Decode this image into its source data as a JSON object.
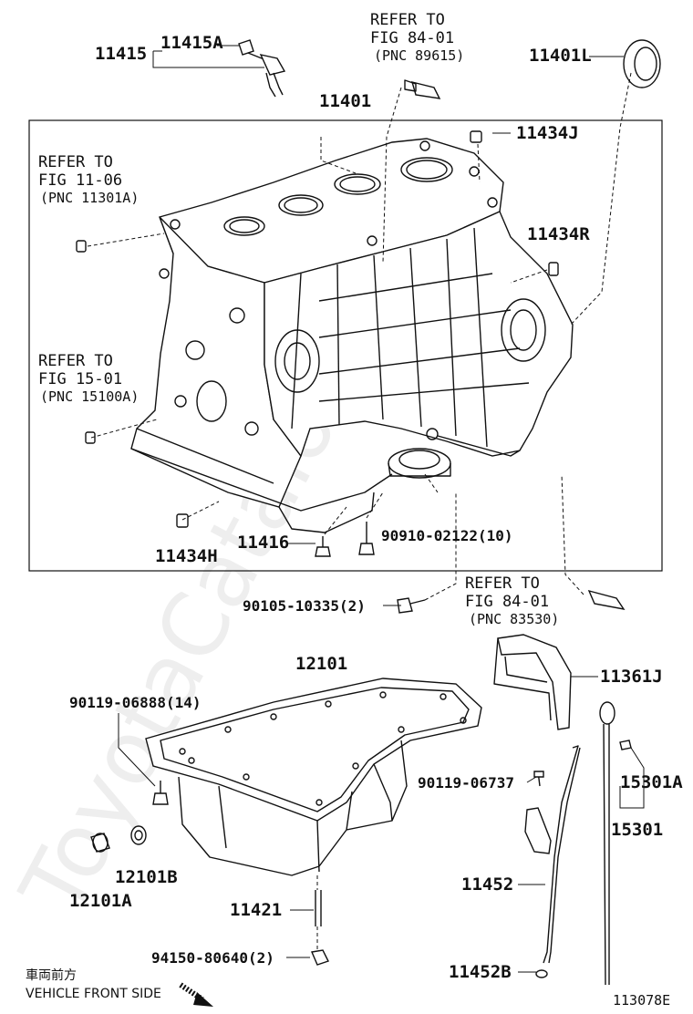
{
  "diagram_id": "113078E",
  "watermark": "ToyotaCatalog.ru",
  "vehicle_front_side": {
    "jp": "車両前方",
    "en": "VEHICLE FRONT SIDE"
  },
  "labels": {
    "p11415": "11415",
    "p11415A": "11415A",
    "p11401": "11401",
    "p11401L": "11401L",
    "p11434J": "11434J",
    "p11434R": "11434R",
    "p11434H": "11434H",
    "p11416": "11416",
    "p90910": "90910-02122(10)",
    "p90105": "90105-10335(2)",
    "p12101": "12101",
    "p90119a": "90119-06888(14)",
    "p11361J": "11361J",
    "p90119b": "90119-06737",
    "p15301A": "15301A",
    "p15301": "15301",
    "p11452": "11452",
    "p11452B": "11452B",
    "p12101B": "12101B",
    "p12101A": "12101A",
    "p11421": "11421",
    "p94150": "94150-80640(2)"
  },
  "refs": [
    {
      "line1": "REFER TO",
      "line2": "FIG 84-01",
      "pnc": "(PNC 89615)"
    },
    {
      "line1": "REFER TO",
      "line2": "FIG 11-06",
      "pnc": "(PNC 11301A)"
    },
    {
      "line1": "REFER TO",
      "line2": "FIG 15-01",
      "pnc": "(PNC 15100A)"
    },
    {
      "line1": "REFER TO",
      "line2": "FIG 84-01",
      "pnc": "(PNC 83530)"
    }
  ]
}
